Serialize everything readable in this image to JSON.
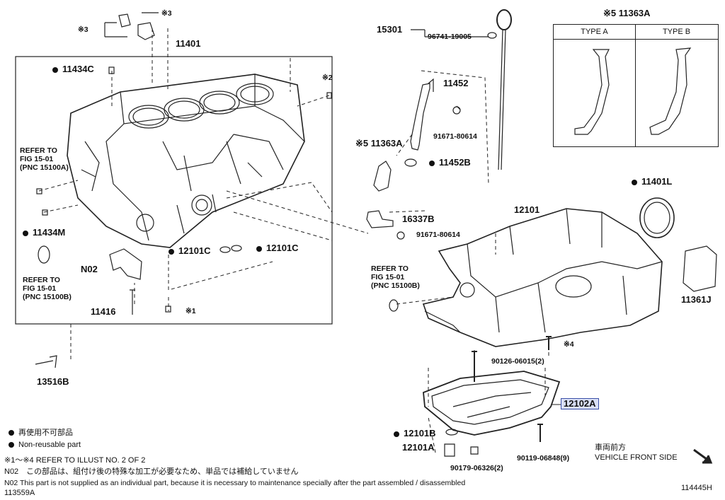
{
  "parts": {
    "p11401": "11401",
    "p11434C": "11434C",
    "star3_top": "※3",
    "star3_left": "※3",
    "star2": "※2",
    "p11434M": "11434M",
    "p12101C_a": "12101C",
    "p12101C_b": "12101C",
    "pN02": "N02",
    "p11416": "11416",
    "star1": "※1",
    "p13516B": "13516B",
    "p15301": "15301",
    "p96741": "96741-19005",
    "p11452": "11452",
    "p91671_a": "91671-80614",
    "p11363A_side": "※5 11363A",
    "p11452B": "11452B",
    "p16337B": "16337B",
    "p91671_b": "91671-80614",
    "p12101": "12101",
    "p11401L": "11401L",
    "p11361J": "11361J",
    "star4": "※4",
    "p90126": "90126-06015(2)",
    "p12102A": "12102A",
    "p12101B": "12101B",
    "p12101A": "12101A",
    "p90179": "90179-06326(2)",
    "p90119": "90119-06848(9)"
  },
  "refer": {
    "left1": [
      "REFER TO",
      "FIG 15-01",
      "(PNC 15100A)"
    ],
    "left2": [
      "REFER TO",
      "FIG 15-01",
      "(PNC 15100B)"
    ],
    "right": [
      "REFER TO",
      "FIG 15-01",
      "(PNC 15100B)"
    ]
  },
  "type_table": {
    "title": "※5 11363A",
    "col_a": "TYPE A",
    "col_b": "TYPE B"
  },
  "legend": {
    "ja": "再使用不可部品",
    "en": "Non-reusable part"
  },
  "notes": {
    "refer_illust": "※1～※4 REFER TO ILLUST NO. 2 OF 2",
    "n02_ja": "N02　この部品は、組付け後の特殊な加工が必要なため、単品では補給していません",
    "n02_en": "N02  This part is not supplied as an individual part, because it is necessary to maintenance specially after the part assembled / disassembled",
    "code_left": "113559A",
    "code_right": "114445H"
  },
  "direction": {
    "ja": "車両前方",
    "en": "VEHICLE FRONT SIDE"
  }
}
